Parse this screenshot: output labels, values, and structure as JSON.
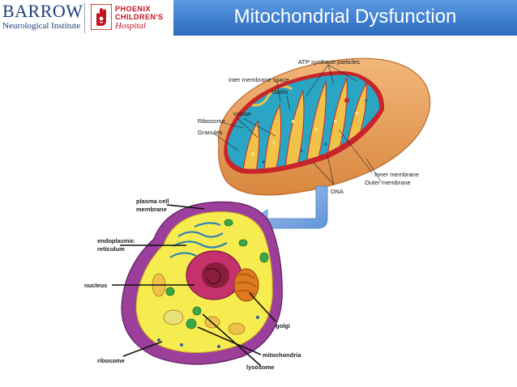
{
  "header": {
    "logo_left": {
      "name": "BARROW",
      "subtitle": "Neurological Institute"
    },
    "logo_right": {
      "line1": "PHOENIX",
      "line2": "CHILDREN'S",
      "line3": "Hospital"
    },
    "title": "Mitochondrial Dysfunction"
  },
  "colors": {
    "title_bar": "#3f7fcf",
    "mito_outer": "#e8a15c",
    "mito_inner_edge": "#c8242a",
    "matrix": "#2aa6c4",
    "cell_membrane": "#9b3f9b",
    "cytoplasm": "#f6ec4f",
    "nucleus": "#c4316c",
    "golgi": "#e07a1f",
    "mitochondria_small": "#3aa84a"
  },
  "mitochondrion_labels": {
    "atp_synthase": "ATP synthase particles",
    "inter_membrane": "inter membrane space",
    "matrix": "Matrix",
    "cristae": "cristae",
    "ribosome": "Ribosome",
    "granules": "Granules",
    "inner_membrane": "Inner membrane",
    "outer_membrane": "Outer membrane",
    "dna": "DNA"
  },
  "cell_labels": {
    "plasma_line1": "plasma cell",
    "plasma_line2": "membrane",
    "er_line1": "endoplasmic",
    "er_line2": "reticulum",
    "nucleus": "nucleus",
    "golgi": "golgi",
    "mitochondria": "mitochondria",
    "lysosome": "lysosome",
    "ribosome": "ribosome"
  }
}
